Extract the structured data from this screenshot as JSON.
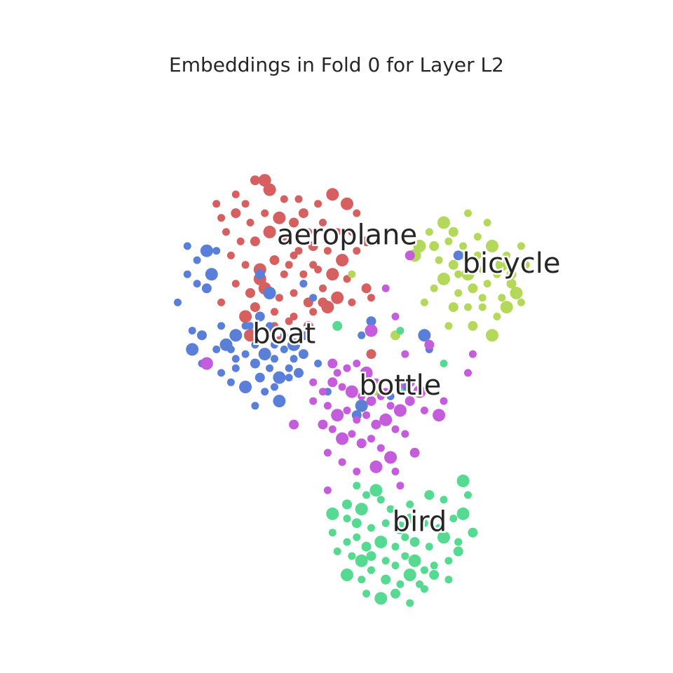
{
  "chart_data": {
    "type": "scatter",
    "title": "Embeddings in Fold 0 for Layer L2",
    "xlabel": "",
    "ylabel": "",
    "grid": false,
    "axes_visible": false,
    "xlim": [
      0,
      100
    ],
    "ylim": [
      0,
      100
    ],
    "point_labels_note": "",
    "series": [
      {
        "name": "aeroplane",
        "color": "#d65f5f",
        "points": [
          [
            33,
            84
          ],
          [
            29,
            79
          ],
          [
            24,
            76
          ],
          [
            27,
            81
          ],
          [
            31,
            84
          ],
          [
            34,
            82
          ],
          [
            37,
            80
          ],
          [
            40,
            80
          ],
          [
            41,
            77
          ],
          [
            44,
            79
          ],
          [
            47,
            81
          ],
          [
            23,
            79
          ],
          [
            27,
            77
          ],
          [
            30,
            75
          ],
          [
            33,
            77
          ],
          [
            36,
            76
          ],
          [
            39,
            75
          ],
          [
            42,
            73
          ],
          [
            45,
            75
          ],
          [
            48,
            73
          ],
          [
            50,
            79
          ],
          [
            52,
            77
          ],
          [
            25,
            73
          ],
          [
            28,
            71
          ],
          [
            31,
            71
          ],
          [
            34,
            73
          ],
          [
            37,
            72
          ],
          [
            40,
            69
          ],
          [
            43,
            70
          ],
          [
            46,
            69
          ],
          [
            49,
            67
          ],
          [
            51,
            73
          ],
          [
            54,
            71
          ],
          [
            26,
            68
          ],
          [
            29,
            66
          ],
          [
            32,
            65
          ],
          [
            35,
            67
          ],
          [
            38,
            66
          ],
          [
            41,
            64
          ],
          [
            44,
            65
          ],
          [
            47,
            64
          ],
          [
            50,
            63
          ],
          [
            52,
            69
          ],
          [
            27,
            62
          ],
          [
            30,
            60
          ],
          [
            33,
            61
          ],
          [
            36,
            59
          ],
          [
            39,
            60
          ],
          [
            42,
            58
          ],
          [
            45,
            61
          ],
          [
            48,
            59
          ],
          [
            51,
            58
          ],
          [
            54,
            61
          ],
          [
            55,
            59
          ],
          [
            24,
            58
          ],
          [
            29,
            55
          ],
          [
            31,
            57
          ],
          [
            35,
            56
          ],
          [
            39,
            55
          ],
          [
            43,
            56
          ],
          [
            46,
            57
          ],
          [
            34,
            52
          ],
          [
            38,
            54
          ],
          [
            41,
            51
          ],
          [
            42,
            53
          ],
          [
            30,
            51
          ],
          [
            36,
            50
          ],
          [
            35,
            53
          ],
          [
            55,
            47
          ],
          [
            39,
            68
          ],
          [
            32,
            63
          ],
          [
            41,
            62
          ],
          [
            45,
            58
          ],
          [
            43,
            66
          ],
          [
            37,
            64
          ]
        ]
      },
      {
        "name": "bicycle",
        "color": "#b4d95a",
        "points": [
          [
            75,
            77
          ],
          [
            70,
            75
          ],
          [
            67,
            73
          ],
          [
            72,
            73
          ],
          [
            77,
            72
          ],
          [
            79,
            75
          ],
          [
            65,
            70
          ],
          [
            68,
            70
          ],
          [
            71,
            71
          ],
          [
            74,
            70
          ],
          [
            77,
            68
          ],
          [
            80,
            70
          ],
          [
            83,
            68
          ],
          [
            86,
            70
          ],
          [
            69,
            67
          ],
          [
            72,
            66
          ],
          [
            75,
            64
          ],
          [
            78,
            65
          ],
          [
            81,
            64
          ],
          [
            84,
            64
          ],
          [
            87,
            66
          ],
          [
            70,
            63
          ],
          [
            73,
            60
          ],
          [
            76,
            61
          ],
          [
            79,
            62
          ],
          [
            82,
            59
          ],
          [
            85,
            60
          ],
          [
            72,
            57
          ],
          [
            75,
            57
          ],
          [
            78,
            59
          ],
          [
            81,
            55
          ],
          [
            83,
            57
          ],
          [
            86,
            58
          ],
          [
            66,
            58
          ],
          [
            71,
            53
          ],
          [
            76,
            53
          ],
          [
            80,
            51
          ],
          [
            73,
            64
          ],
          [
            78,
            57
          ],
          [
            84,
            62
          ],
          [
            68,
            61
          ],
          [
            82,
            66
          ],
          [
            74,
            68
          ],
          [
            60,
            51
          ],
          [
            56,
            39
          ],
          [
            51,
            64
          ],
          [
            64,
            68
          ]
        ]
      },
      {
        "name": "boat",
        "color": "#5a7fd9",
        "points": [
          [
            17,
            70
          ],
          [
            19,
            67
          ],
          [
            21,
            69
          ],
          [
            23,
            69
          ],
          [
            17,
            64
          ],
          [
            19,
            62
          ],
          [
            21,
            61
          ],
          [
            22,
            64
          ],
          [
            15,
            58
          ],
          [
            18,
            52
          ],
          [
            20,
            51
          ],
          [
            24,
            53
          ],
          [
            27,
            51
          ],
          [
            30,
            53
          ],
          [
            32,
            55
          ],
          [
            34,
            53
          ],
          [
            37,
            51
          ],
          [
            39,
            49
          ],
          [
            41,
            51
          ],
          [
            26,
            48
          ],
          [
            29,
            47
          ],
          [
            31,
            49
          ],
          [
            33,
            47
          ],
          [
            35,
            46
          ],
          [
            37,
            48
          ],
          [
            39,
            46
          ],
          [
            41,
            47
          ],
          [
            18,
            48
          ],
          [
            23,
            48
          ],
          [
            27,
            44
          ],
          [
            31,
            45
          ],
          [
            34,
            44
          ],
          [
            36,
            42
          ],
          [
            38,
            44
          ],
          [
            40,
            43
          ],
          [
            44,
            45
          ],
          [
            26,
            41
          ],
          [
            29,
            40
          ],
          [
            32,
            42
          ],
          [
            35,
            40
          ],
          [
            38,
            42
          ],
          [
            33,
            39
          ],
          [
            36,
            37
          ],
          [
            31,
            36
          ],
          [
            41,
            62
          ],
          [
            43,
            59
          ],
          [
            32,
            64
          ],
          [
            34,
            60
          ],
          [
            29,
            53
          ],
          [
            35,
            49
          ],
          [
            55,
            54
          ],
          [
            53,
            51
          ],
          [
            66,
            51
          ],
          [
            67,
            48
          ],
          [
            73,
            68
          ],
          [
            62,
            40
          ],
          [
            59,
            38
          ],
          [
            53,
            36
          ],
          [
            52,
            34
          ],
          [
            46,
            39
          ],
          [
            20,
            45
          ],
          [
            24,
            43
          ],
          [
            25,
            49
          ],
          [
            27,
            46
          ]
        ]
      },
      {
        "name": "bottle",
        "color": "#c45cdb",
        "points": [
          [
            58,
            61
          ],
          [
            63,
            68
          ],
          [
            60,
            55
          ],
          [
            55,
            52
          ],
          [
            62,
            47
          ],
          [
            67,
            49
          ],
          [
            75,
            43
          ],
          [
            76,
            47
          ],
          [
            21,
            45
          ],
          [
            47,
            45
          ],
          [
            48,
            43
          ],
          [
            50,
            44
          ],
          [
            52,
            45
          ],
          [
            54,
            43
          ],
          [
            56,
            41
          ],
          [
            58,
            39
          ],
          [
            61,
            40
          ],
          [
            63,
            41
          ],
          [
            65,
            39
          ],
          [
            43,
            41
          ],
          [
            45,
            39
          ],
          [
            47,
            41
          ],
          [
            49,
            40
          ],
          [
            51,
            39
          ],
          [
            53,
            38
          ],
          [
            55,
            37
          ],
          [
            57,
            38
          ],
          [
            59,
            36
          ],
          [
            61,
            35
          ],
          [
            63,
            37
          ],
          [
            66,
            35
          ],
          [
            43,
            37
          ],
          [
            46,
            36
          ],
          [
            48,
            34
          ],
          [
            50,
            35
          ],
          [
            52,
            33
          ],
          [
            54,
            34
          ],
          [
            56,
            32
          ],
          [
            58,
            33
          ],
          [
            60,
            31
          ],
          [
            62,
            30
          ],
          [
            45,
            32
          ],
          [
            47,
            31
          ],
          [
            49,
            29
          ],
          [
            51,
            30
          ],
          [
            53,
            28
          ],
          [
            55,
            29
          ],
          [
            57,
            27
          ],
          [
            59,
            25
          ],
          [
            64,
            26
          ],
          [
            46,
            26
          ],
          [
            49,
            24
          ],
          [
            52,
            22
          ],
          [
            56,
            23
          ],
          [
            60,
            22
          ],
          [
            46,
            18
          ],
          [
            61,
            19
          ],
          [
            39,
            32
          ],
          [
            69,
            34
          ],
          [
            70,
            37
          ]
        ]
      },
      {
        "name": "bird",
        "color": "#56d990",
        "points": [
          [
            48,
            53
          ],
          [
            61,
            52
          ],
          [
            70,
            45
          ],
          [
            61,
            39
          ],
          [
            56,
            18
          ],
          [
            52,
            19
          ],
          [
            54,
            17
          ],
          [
            57,
            16
          ],
          [
            50,
            15
          ],
          [
            53,
            14
          ],
          [
            59,
            14
          ],
          [
            63,
            15
          ],
          [
            67,
            17
          ],
          [
            70,
            16
          ],
          [
            47,
            13
          ],
          [
            50,
            12
          ],
          [
            52,
            11
          ],
          [
            55,
            10
          ],
          [
            58,
            11
          ],
          [
            61,
            10
          ],
          [
            63,
            12
          ],
          [
            66,
            11
          ],
          [
            69,
            10
          ],
          [
            72,
            12
          ],
          [
            74,
            13
          ],
          [
            47,
            9
          ],
          [
            50,
            7
          ],
          [
            52,
            8
          ],
          [
            54,
            6
          ],
          [
            57,
            7
          ],
          [
            60,
            6
          ],
          [
            62,
            8
          ],
          [
            64,
            7
          ],
          [
            67,
            6
          ],
          [
            70,
            8
          ],
          [
            73,
            7
          ],
          [
            76,
            9
          ],
          [
            48,
            5
          ],
          [
            51,
            4
          ],
          [
            53,
            3
          ],
          [
            55,
            4
          ],
          [
            58,
            3
          ],
          [
            60,
            2
          ],
          [
            62,
            4
          ],
          [
            64,
            3
          ],
          [
            66,
            1
          ],
          [
            68,
            2
          ],
          [
            71,
            3
          ],
          [
            73,
            5
          ],
          [
            50,
            0
          ],
          [
            53,
            -1
          ],
          [
            55,
            1
          ],
          [
            58,
            -1
          ],
          [
            61,
            -2
          ],
          [
            63,
            0
          ],
          [
            65,
            -2
          ],
          [
            68,
            0
          ],
          [
            71,
            -1
          ],
          [
            54,
            -4
          ],
          [
            57,
            -5
          ],
          [
            60,
            -4
          ],
          [
            63,
            -6
          ],
          [
            66,
            -3
          ],
          [
            75,
            17
          ],
          [
            74,
            20
          ],
          [
            73,
            7
          ]
        ]
      }
    ],
    "cluster_labels": [
      {
        "text": "aeroplane",
        "series": "aeroplane",
        "x": 50,
        "y": 72
      },
      {
        "text": "bicycle",
        "series": "bicycle",
        "x": 84,
        "y": 66
      },
      {
        "text": "boat",
        "series": "boat",
        "x": 37,
        "y": 51
      },
      {
        "text": "bottle",
        "series": "bottle",
        "x": 61,
        "y": 40
      },
      {
        "text": "bird",
        "series": "bird",
        "x": 65,
        "y": 11
      }
    ]
  }
}
